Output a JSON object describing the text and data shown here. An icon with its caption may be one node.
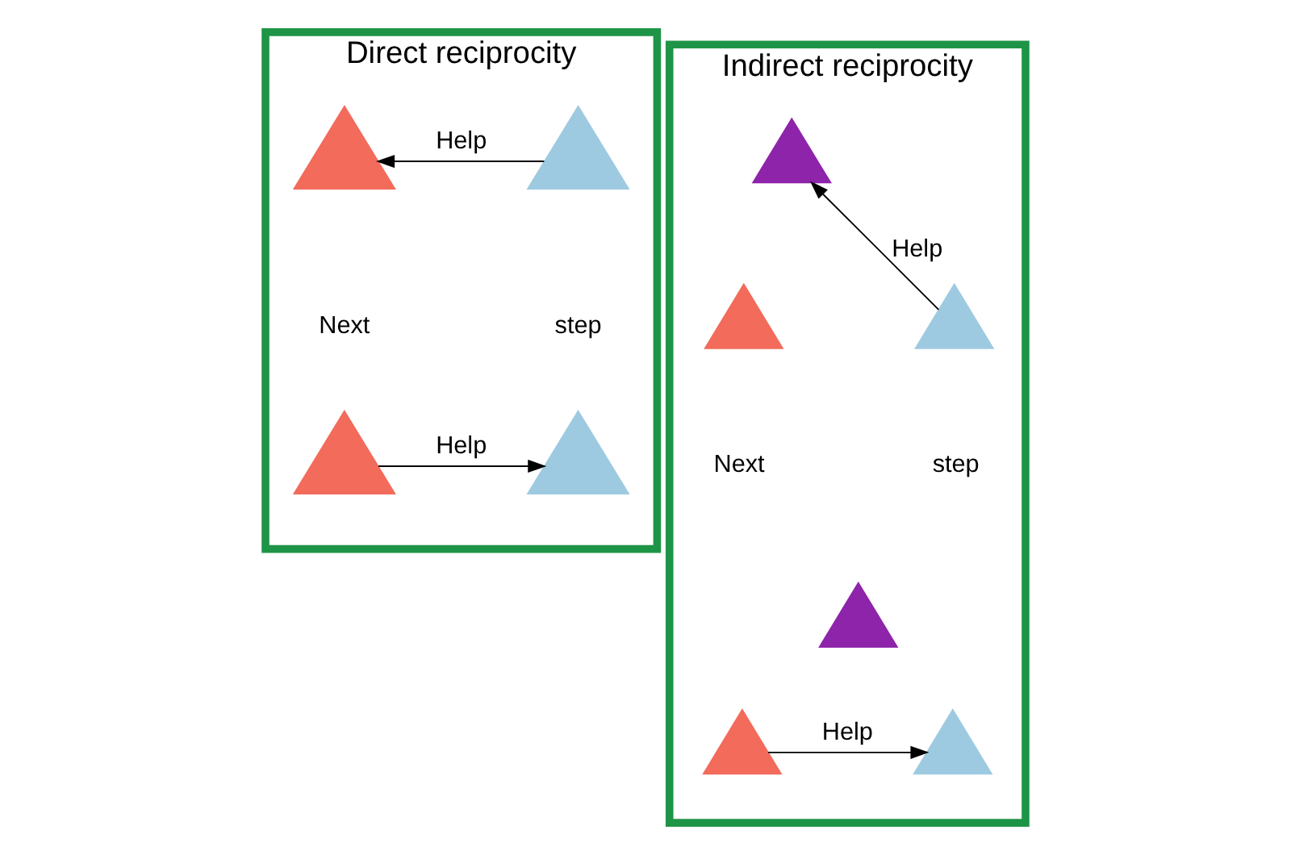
{
  "diagram": {
    "nodes": [
      {
        "text": [
          "Direct reciprocity"
        ]
      },
      {
        "text": [],
        "shape": "person",
        "in": 0
      },
      {
        "text": [],
        "shape": "person",
        "in": 0
      },
      {
        "text": [],
        "shape": "person",
        "in": 0
      },
      {
        "text": [],
        "shape": "person",
        "in": 0
      },
      {
        "text": [
          "Indirect reciprocity"
        ]
      },
      {
        "text": [],
        "shape": "person",
        "in": 5
      },
      {
        "text": [],
        "shape": "person",
        "in": 5
      },
      {
        "text": [],
        "shape": "person",
        "in": 5
      },
      {
        "text": [],
        "shape": "person",
        "in": 5
      },
      {
        "text": [],
        "shape": "person",
        "in": 5
      },
      {
        "text": [],
        "shape": "person",
        "in": 5
      }
    ],
    "edges": [
      {
        "from": 2,
        "to": 1,
        "arrow": "to",
        "label": "Help"
      },
      {
        "from": 3,
        "to": 4,
        "arrow": "to",
        "label": "Help"
      },
      {
        "from": 8,
        "to": 6,
        "arrow": "to",
        "label": "Help"
      },
      {
        "from": 10,
        "to": 11,
        "arrow": "to",
        "label": "Help"
      }
    ],
    "labels": [
      "Next",
      "step",
      "Next",
      "step"
    ]
  }
}
